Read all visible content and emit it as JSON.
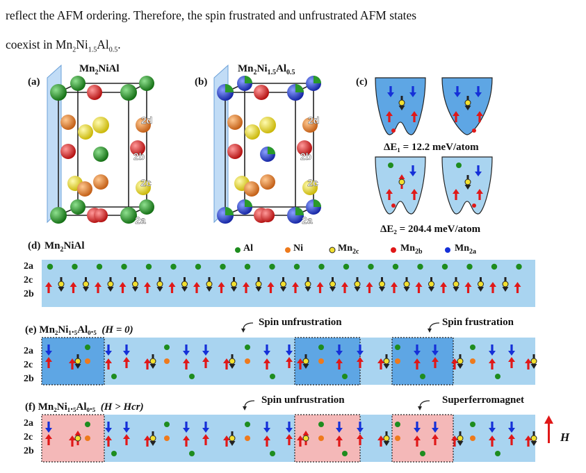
{
  "paragraph": {
    "line1": "reflect the AFM ordering. Therefore, the spin frustrated and unfrustrated AFM states",
    "line2_pre": "coexist in Mn",
    "line2_s1": "2",
    "line2_mid": "Ni",
    "line2_s2": "1.5",
    "line2_mid2": "Al",
    "line2_s3": "0.5",
    "line2_end": "."
  },
  "panel_a": {
    "letter": "(a)",
    "title_pre": "Mn",
    "title_s1": "2",
    "title_post": "NiAl"
  },
  "panel_b": {
    "letter": "(b)",
    "title_pre": "Mn",
    "title_s1": "2",
    "title_mid": "Ni",
    "title_s2": "1.5",
    "title_mid2": "Al",
    "title_s3": "0.5"
  },
  "panel_c": {
    "letter": "(c)",
    "energy1": "ΔE₁ = 12.2 meV/atom",
    "energy2": "ΔE₂ = 204.4 meV/atom"
  },
  "site_labels": {
    "s2d": "2d",
    "s2b": "2b",
    "s2c": "2c",
    "s2a": "2a"
  },
  "legend": {
    "al": "Al",
    "ni": "Ni",
    "mn2c_pre": "Mn",
    "mn2c_sub": "2c",
    "mn2b_pre": "Mn",
    "mn2b_sub": "2b",
    "mn2a_pre": "Mn",
    "mn2a_sub": "2a"
  },
  "panel_d": {
    "letter": "(d)",
    "title_pre": "Mn",
    "title_s1": "2",
    "title_post": "NiAl"
  },
  "panel_e": {
    "letter": "(e)",
    "title": "Mn₂Ni₁.₅Al₀.₅",
    "condition": "(H = 0)",
    "annot1": "Spin unfrustration",
    "annot2": "Spin frustration"
  },
  "panel_f": {
    "letter": "(f)",
    "title": "Mn₂Ni₁.₅Al₀.₅",
    "condition": "(H > Hcr)",
    "annot1": "Spin unfrustration",
    "annot2": "Superferromagnet",
    "field_label": "H"
  },
  "row_labels": {
    "r2a": "2a",
    "r2c": "2c",
    "r2b": "2b"
  },
  "colors": {
    "al": "#1e8c1e",
    "ni": "#ee7a1c",
    "mn2c": "#f2e030",
    "mn2b": "#e01818",
    "mn2a": "#1530d8",
    "band": "#a9d4f0",
    "dark_box": "#5ea6e4",
    "pink_box": "#f4b8b8"
  }
}
